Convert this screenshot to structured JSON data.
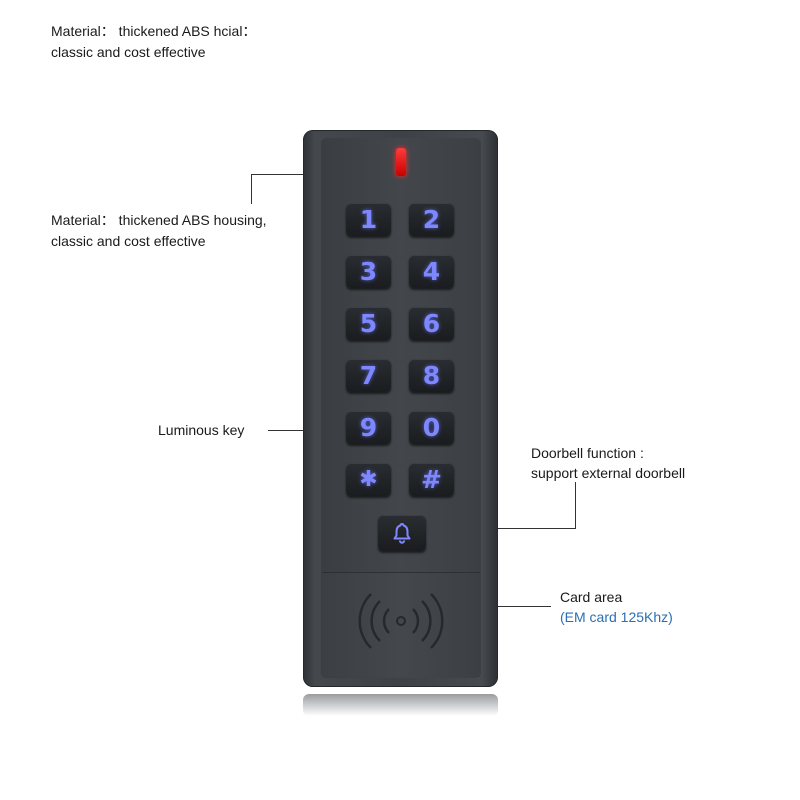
{
  "labels": {
    "top_line1": "Material： thickened ABS hcial：",
    "top_line2": "classic and cost effective",
    "material_line1": "Material： thickened ABS housing,",
    "material_line2": "classic and cost effective",
    "luminous_key": "Luminous key",
    "doorbell_line1": "Doorbell function :",
    "doorbell_line2": "support external doorbell",
    "card_line1": "Card area",
    "card_line2": "(EM card 125Khz)"
  },
  "keypad": {
    "keys": [
      "1",
      "2",
      "3",
      "4",
      "5",
      "6",
      "7",
      "8",
      "9",
      "0",
      "✱",
      "#"
    ]
  },
  "colors": {
    "key_glow": "#7d88ff",
    "led": "#ff2a2a",
    "housing": "#3e4246",
    "card_label_accent": "#2a6fb3"
  },
  "icons": {
    "doorbell": "bell-icon",
    "rfid": "rfid-waves-icon"
  }
}
